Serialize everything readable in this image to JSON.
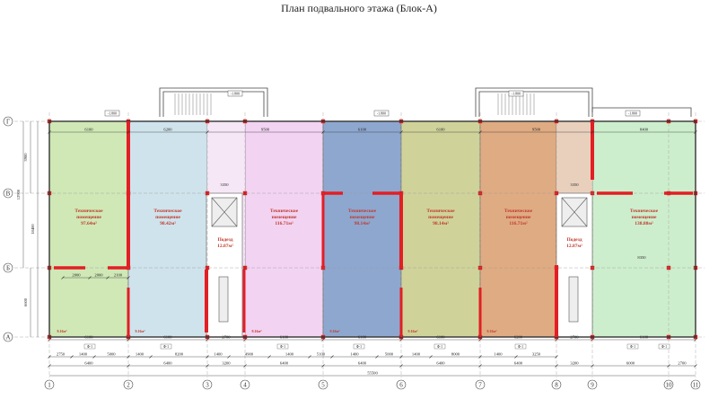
{
  "title": "План подвального этажа (Блок-А)",
  "grid": {
    "columns": [
      "1",
      "2",
      "3",
      "4",
      "5",
      "6",
      "7",
      "8",
      "9",
      "10",
      "11"
    ],
    "rows": [
      "Г",
      "В",
      "Б",
      "А"
    ]
  },
  "rooms": [
    {
      "name_l1": "Техническое",
      "name_l2": "помещение",
      "area": "97.64м²",
      "color": "#cfe8b6"
    },
    {
      "name_l1": "Техническое",
      "name_l2": "помещение",
      "area": "98.42м²",
      "color": "#cfe3ec"
    },
    {
      "name_l1": "Техническое",
      "name_l2": "помещение",
      "area": "116.71м²",
      "color": "#f2d3f2"
    },
    {
      "name_l1": "Техническое",
      "name_l2": "помещение",
      "area": "98.14м²",
      "color": "#8ea7cf"
    },
    {
      "name_l1": "Техническое",
      "name_l2": "помещение",
      "area": "98.14м²",
      "color": "#cfd39a"
    },
    {
      "name_l1": "Техническое",
      "name_l2": "помещение",
      "area": "116.71м²",
      "color": "#dfab82"
    },
    {
      "name_l1": "Техническое",
      "name_l2": "помещение",
      "area": "138.88м²",
      "color": "#cdeecd"
    }
  ],
  "landings": [
    {
      "name": "Подезд",
      "area": "12.87м²"
    },
    {
      "name": "Подезд",
      "area": "12.87м²"
    }
  ],
  "stair_areas": [
    "9.16м²",
    "9.16м²",
    "9.16м²",
    "9.16м²",
    "9.16м²",
    "9.16м²"
  ],
  "dims_top": [
    "6100",
    "6200",
    "9500",
    "6100",
    "6100",
    "9500",
    "8400"
  ],
  "dims_mid": [
    "2000",
    "2000",
    "2100",
    "3350",
    "3350",
    "8350"
  ],
  "dims_bottom_row1": [
    "6100",
    "6100",
    "2700",
    "6100",
    "6100",
    "6100",
    "6200",
    "2700",
    "6100"
  ],
  "dims_bottom_row2": [
    "2750",
    "1400",
    "5000",
    "1400",
    "8200",
    "1400",
    "4900",
    "1400",
    "5100",
    "1400",
    "5000",
    "1400",
    "8000",
    "1400",
    "3250"
  ],
  "dims_bottom_row3": [
    "6400",
    "6400",
    "3200",
    "6400",
    "6400",
    "6400",
    "6400",
    "3200",
    "6000",
    "2700"
  ],
  "dims_total": "55500",
  "dims_left": [
    "3900",
    "12900",
    "18400",
    "6600"
  ],
  "levels": [
    "-1.800",
    "-1.800",
    "-1.800",
    "-1.800",
    "-1.800"
  ],
  "small_labels": [
    "Ф-1",
    "Ф-1",
    "Ф-1",
    "Ф-1",
    "Ф-1",
    "Ф-1",
    "Ф-1",
    "Ф-1"
  ],
  "wall_color": "#e31e24",
  "grid_color": "#d12020"
}
